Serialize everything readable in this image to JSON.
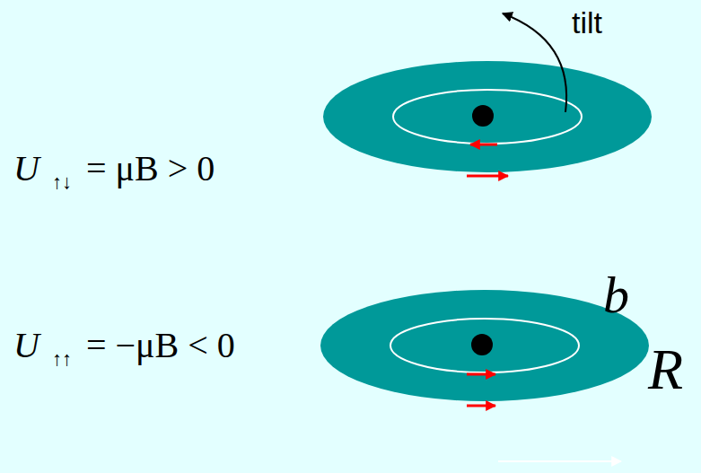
{
  "diagram": {
    "labels": [
      "tilt",
      "U",
      "↑↓",
      "= μB > 0",
      "U",
      "↑↑",
      "= −μB < 0",
      "b",
      "R"
    ]
  }
}
